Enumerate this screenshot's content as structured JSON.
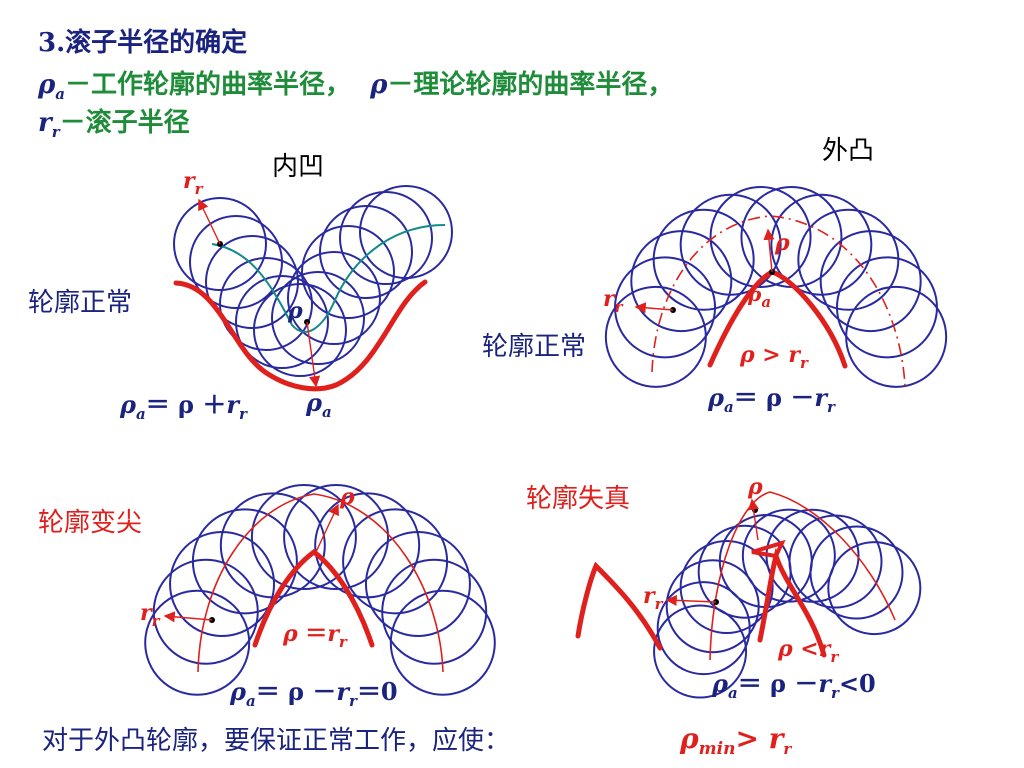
{
  "header": {
    "title": "3.滚子半径的确定",
    "line2_rho_a": "ρ",
    "line2_sub_a": "a",
    "line2_text_a": "－工作轮廓的曲率半径，",
    "line2_rho": "ρ",
    "line2_text_b": "－理论轮廓的曲率半径，",
    "line3_r": "r",
    "line3_sub_r": "r",
    "line3_text": "－滚子半径"
  },
  "panels": {
    "concave": {
      "title": "内凹",
      "status": "轮廓正常",
      "label_rr": "r",
      "label_rr_sub": "r",
      "label_rho": "ρ",
      "label_rho_a": "ρ",
      "label_rho_a_sub": "a",
      "formula_lhs": "ρ",
      "formula_lhs_sub": "a",
      "formula_eq": "＝ ρ ＋",
      "formula_r": "r",
      "formula_r_sub": "r"
    },
    "convex_normal": {
      "title": "外凸",
      "status": "轮廓正常",
      "label_rho": "ρ",
      "label_rho_a": "ρ",
      "label_rho_a_sub": "a",
      "label_rr": "r",
      "label_rr_sub": "r",
      "cond_rho": "ρ",
      "cond_op": " > ",
      "cond_r": "r",
      "cond_r_sub": "r",
      "formula_lhs": "ρ",
      "formula_lhs_sub": "a",
      "formula_eq": "＝ ρ －",
      "formula_r": "r",
      "formula_r_sub": "r"
    },
    "sharp": {
      "status": "轮廓变尖",
      "label_rho": "ρ",
      "label_rr": "r",
      "label_rr_sub": "r",
      "cond_rho": "ρ",
      "cond_op": " ＝",
      "cond_r": "r",
      "cond_r_sub": "r",
      "formula_lhs": "ρ",
      "formula_lhs_sub": "a",
      "formula_eq": "＝ ρ －",
      "formula_r": "r",
      "formula_r_sub": "r",
      "formula_tail": "＝0"
    },
    "distorted": {
      "status": "轮廓失真",
      "label_rho": "ρ",
      "label_rr": "r",
      "label_rr_sub": "r",
      "cond_rho": "ρ",
      "cond_op": " <",
      "cond_r": "r",
      "cond_r_sub": "r",
      "formula_lhs": "ρ",
      "formula_lhs_sub": "a",
      "formula_eq": "＝ ρ －",
      "formula_r": "r",
      "formula_r_sub": "r",
      "formula_tail": "<0"
    }
  },
  "footer": {
    "text": "对于外凸轮廓，要保证正常工作，应使：",
    "rho": "ρ",
    "rho_sub": "min",
    "op": "> ",
    "r": "r",
    "r_sub": "r"
  },
  "colors": {
    "blue": "#1a237e",
    "green": "#1f8c3a",
    "red": "#e0201c",
    "circle": "#2a2aa0",
    "teal": "#138a8a"
  }
}
